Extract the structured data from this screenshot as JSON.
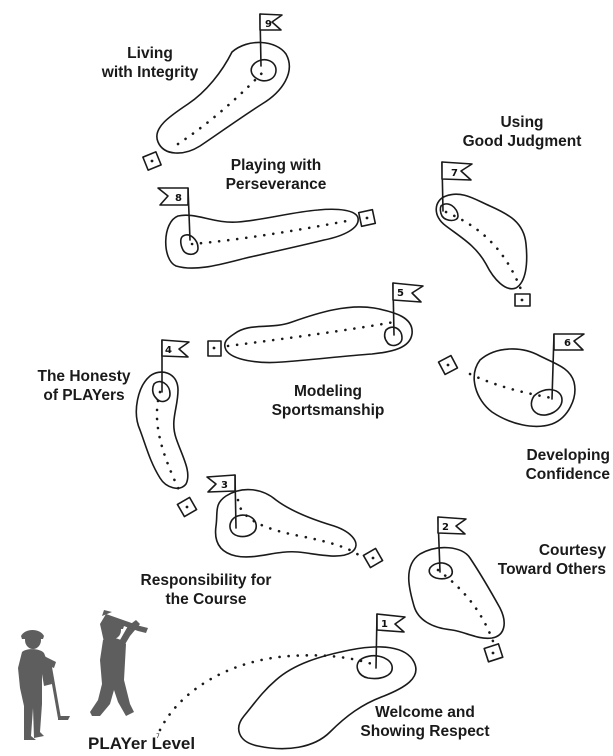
{
  "holes": [
    {
      "number": "1",
      "lines": [
        "Welcome and",
        "Showing Respect"
      ]
    },
    {
      "number": "2",
      "lines": [
        "Courtesy",
        "Toward Others"
      ]
    },
    {
      "number": "3",
      "lines": [
        "Responsibility for",
        "the Course"
      ]
    },
    {
      "number": "4",
      "lines": [
        "The Honesty",
        "of PLAYers"
      ]
    },
    {
      "number": "5",
      "lines": [
        "Modeling",
        "Sportsmanship"
      ]
    },
    {
      "number": "6",
      "lines": [
        "Developing",
        "Confidence"
      ]
    },
    {
      "number": "7",
      "lines": [
        "Using",
        "Good Judgment"
      ]
    },
    {
      "number": "8",
      "lines": [
        "Playing with",
        "Perseverance"
      ]
    },
    {
      "number": "9",
      "lines": [
        "Living",
        "with Integrity"
      ]
    }
  ],
  "start_label": "PLAYer Level",
  "start_small": "7",
  "colors": {
    "ink": "#1a1a1a",
    "silhouette": "#5e5e5e",
    "background": "#ffffff"
  }
}
